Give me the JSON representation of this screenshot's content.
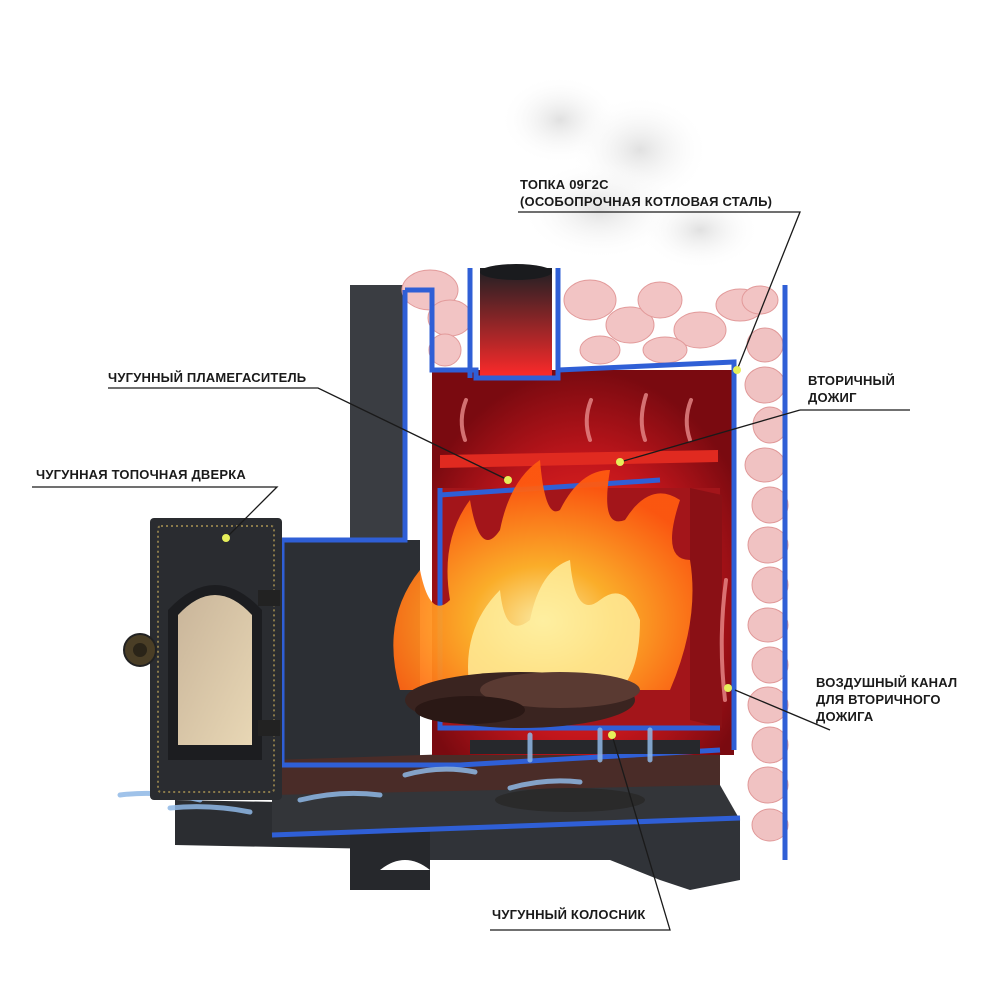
{
  "labels": {
    "firebox_steel": [
      "ТОПКА 09Г2С",
      "(ОСОБОПРОЧНАЯ КОТЛОВАЯ СТАЛЬ)"
    ],
    "flame_arrester": "ЧУГУННЫЙ ПЛАМЕГАСИТЕЛЬ",
    "secondary_burn": [
      "ВТОРИЧНЫЙ",
      "ДОЖИГ"
    ],
    "door": "ЧУГУННАЯ ТОПОЧНАЯ ДВЕРКА",
    "air_channel": [
      "ВОЗДУШНЫЙ КАНАЛ",
      "ДЛЯ ВТОРИЧНОГО",
      "ДОЖИГА"
    ],
    "grate": "ЧУГУННЫЙ КОЛОСНИК"
  },
  "colors": {
    "steel": "#3a3d42",
    "steel_dark": "#26282c",
    "cut_edge": "#2f5fd6",
    "firebox_red": "#b3121a",
    "flame": "#ff9a1a",
    "stone": "#f2c4c4",
    "marker": "#e6ef5a",
    "air_arrow": "#8fb8e6"
  }
}
